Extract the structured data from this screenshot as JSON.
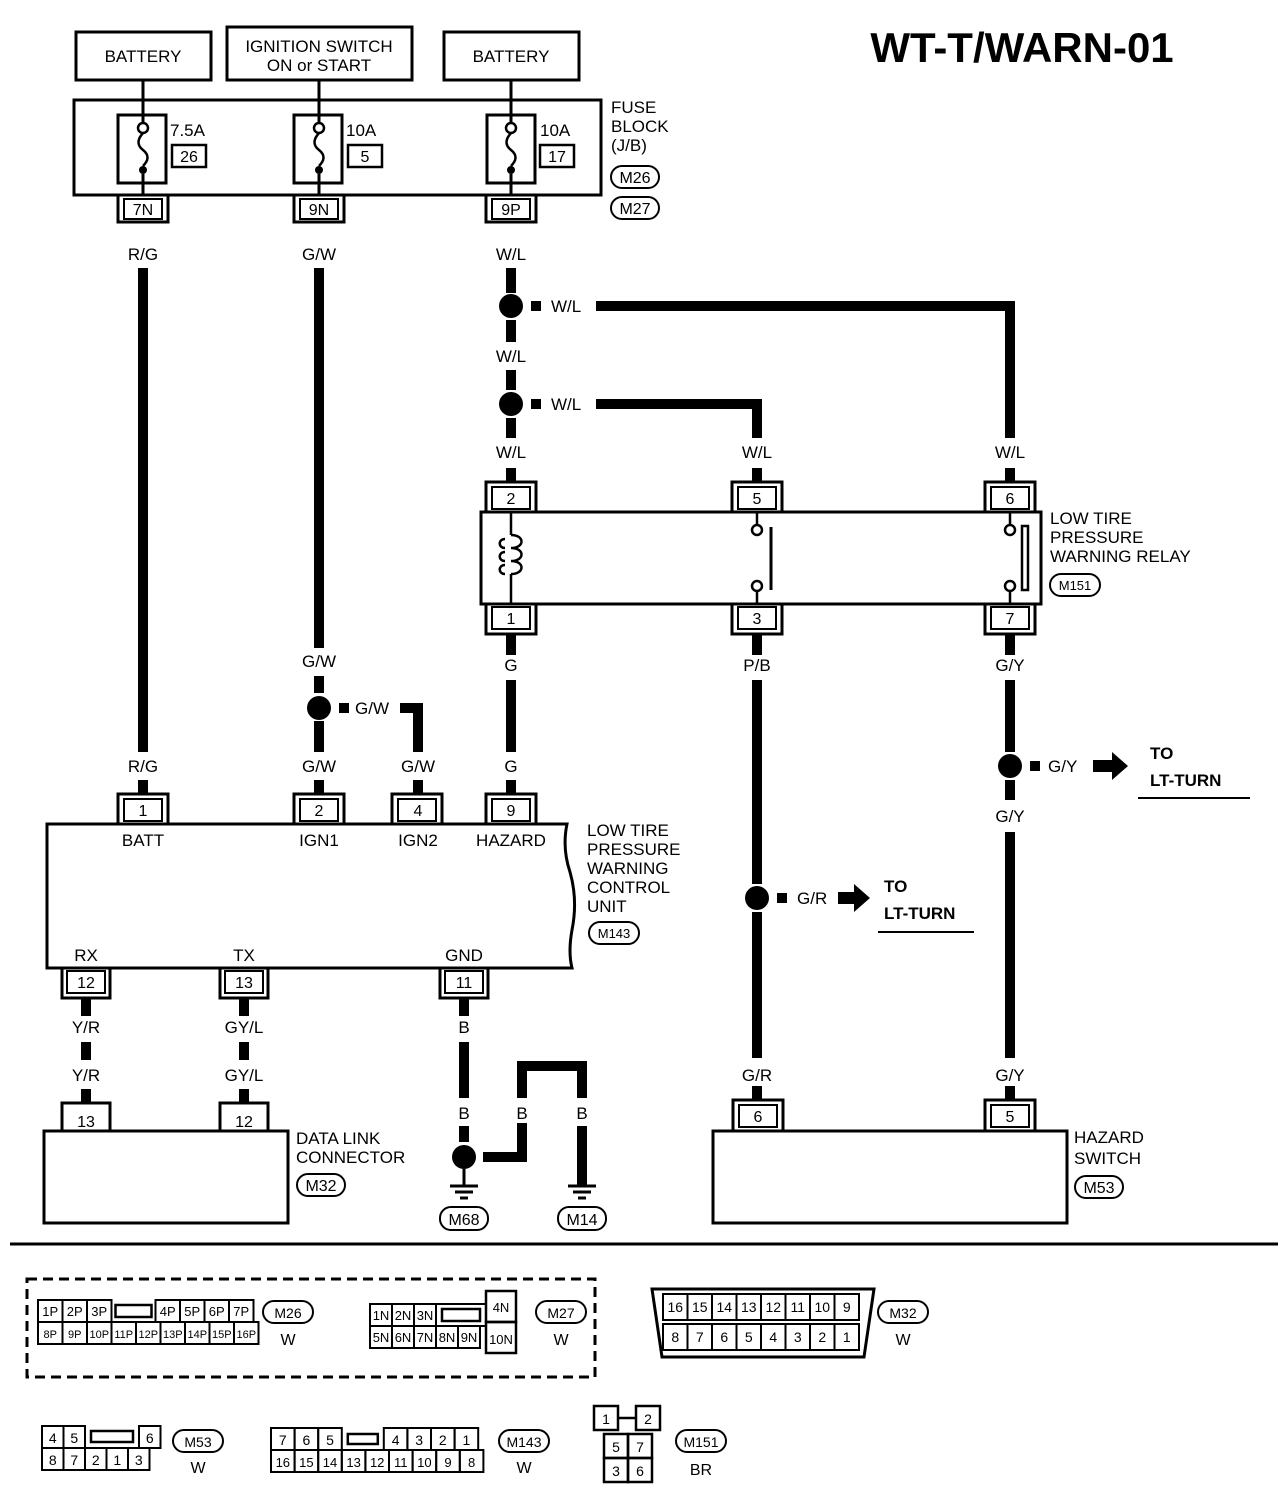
{
  "title": "WT-T/WARN-01",
  "sources": {
    "battery1": "BATTERY",
    "ignition_line1": "IGNITION SWITCH",
    "ignition_line2": "ON or START",
    "battery2": "BATTERY"
  },
  "fuse_block": {
    "label_lines": [
      "FUSE",
      "BLOCK",
      "(J/B)"
    ],
    "connectors": [
      "M26",
      "M27"
    ],
    "fuses": [
      {
        "rating": "7.5A",
        "number": "26",
        "terminal": "7N"
      },
      {
        "rating": "10A",
        "number": "5",
        "terminal": "9N"
      },
      {
        "rating": "10A",
        "number": "17",
        "terminal": "9P"
      }
    ]
  },
  "wires": {
    "rg": "R/G",
    "gw": "G/W",
    "wl": "W/L",
    "g": "G",
    "pb": "P/B",
    "gy": "G/Y",
    "gr": "G/R",
    "yr": "Y/R",
    "gyl": "GY/L",
    "b": "B"
  },
  "relay": {
    "label_lines": [
      "LOW TIRE",
      "PRESSURE",
      "WARNING RELAY"
    ],
    "connector": "M151",
    "top_pins": [
      "2",
      "5",
      "6"
    ],
    "bottom_pins": [
      "1",
      "3",
      "7"
    ]
  },
  "control_unit": {
    "label_lines": [
      "LOW TIRE",
      "PRESSURE",
      "WARNING",
      "CONTROL",
      "UNIT"
    ],
    "connector": "M143",
    "top_pins": [
      "1",
      "2",
      "4",
      "9"
    ],
    "top_labels": [
      "BATT",
      "IGN1",
      "IGN2",
      "HAZARD"
    ],
    "bottom_pins": [
      "12",
      "13",
      "11"
    ],
    "bottom_labels": [
      "RX",
      "TX",
      "GND"
    ]
  },
  "to_lt_turn": {
    "line1": "TO",
    "line2": "LT-TURN"
  },
  "data_link": {
    "label_lines": [
      "DATA LINK",
      "CONNECTOR"
    ],
    "connector": "M32",
    "pins": [
      "13",
      "12"
    ]
  },
  "grounds": [
    "M68",
    "M14"
  ],
  "hazard_switch": {
    "label_lines": [
      "HAZARD",
      "SWITCH"
    ],
    "connector": "M53",
    "pins": [
      "6",
      "5"
    ]
  },
  "connector_views": [
    {
      "id": "M26",
      "color": "W",
      "rows": [
        [
          "1P",
          "2P",
          "3P",
          "",
          "4P",
          "5P",
          "6P",
          "7P"
        ],
        [
          "8P",
          "9P",
          "10P",
          "11P",
          "12P",
          "13P",
          "14P",
          "15P",
          "16P"
        ]
      ]
    },
    {
      "id": "M27",
      "color": "W",
      "rows": [
        [
          "1N",
          "2N",
          "3N",
          "",
          "4N"
        ],
        [
          "5N",
          "6N",
          "7N",
          "8N",
          "9N",
          "10N"
        ]
      ]
    },
    {
      "id": "M32",
      "color": "W",
      "rows": [
        [
          "16",
          "15",
          "14",
          "13",
          "12",
          "11",
          "10",
          "9"
        ],
        [
          "8",
          "7",
          "6",
          "5",
          "4",
          "3",
          "2",
          "1"
        ]
      ]
    },
    {
      "id": "M53",
      "color": "W",
      "rows": [
        [
          "4",
          "5",
          "",
          "6"
        ],
        [
          "8",
          "7",
          "2",
          "1",
          "3"
        ]
      ]
    },
    {
      "id": "M143",
      "color": "W",
      "rows": [
        [
          "7",
          "6",
          "5",
          "",
          "4",
          "3",
          "2",
          "1"
        ],
        [
          "16",
          "15",
          "14",
          "13",
          "12",
          "11",
          "10",
          "9",
          "8"
        ]
      ]
    },
    {
      "id": "M151",
      "color": "BR",
      "rows": [
        [
          "1",
          "2"
        ],
        [
          "5",
          "7"
        ],
        [
          "3",
          "6"
        ]
      ]
    }
  ]
}
